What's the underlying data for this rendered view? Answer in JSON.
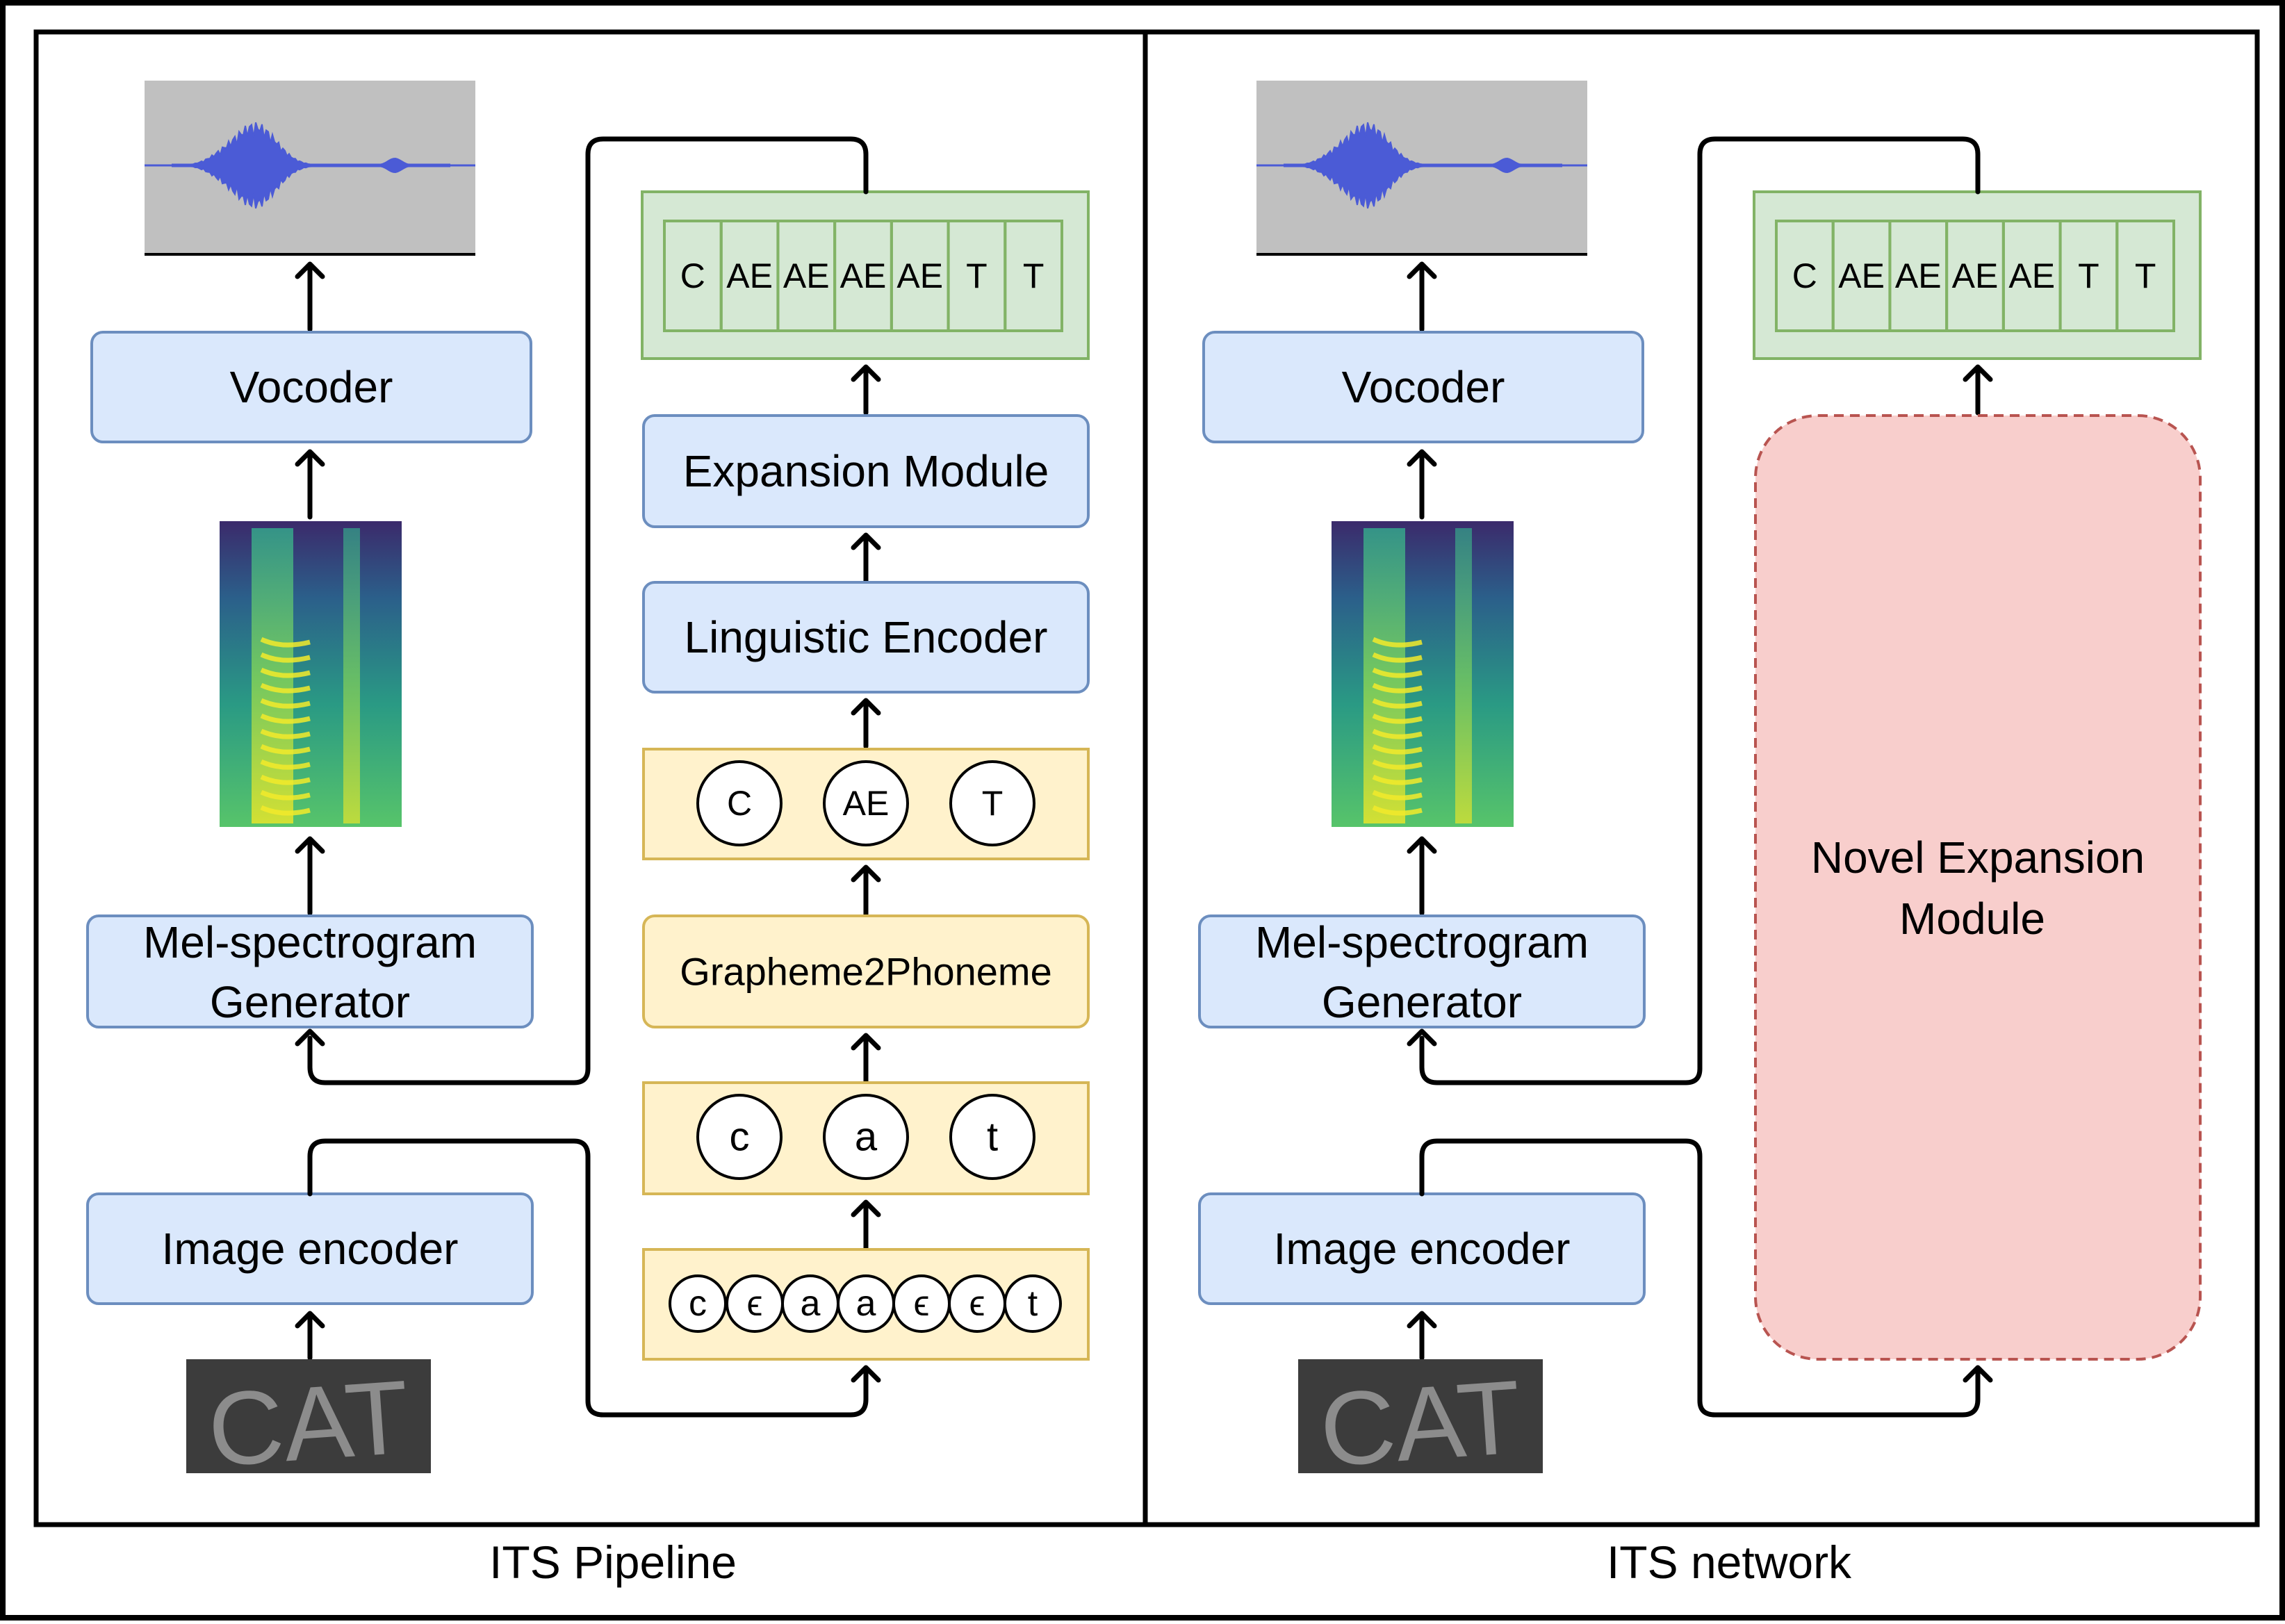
{
  "panels": [
    {
      "caption": "ITS Pipeline",
      "vocoder": "Vocoder",
      "mel_generator": [
        "Mel-spectrogram",
        "Generator"
      ],
      "image_encoder": "Image encoder",
      "input_image_text": "CAT",
      "expanded_phonemes": [
        "C",
        "AE",
        "AE",
        "AE",
        "AE",
        "T",
        "T"
      ],
      "expansion_module": "Expansion Module",
      "linguistic_encoder": "Linguistic Encoder",
      "phonemes": [
        "C",
        "AE",
        "T"
      ],
      "grapheme2phoneme": "Grapheme2Phoneme",
      "graphemes": [
        "c",
        "a",
        "t"
      ],
      "ctc_sequence": [
        "c",
        "ϵ",
        "a",
        "a",
        "ϵ",
        "ϵ",
        "t"
      ]
    },
    {
      "caption": "ITS network",
      "vocoder": "Vocoder",
      "mel_generator": [
        "Mel-spectrogram",
        "Generator"
      ],
      "image_encoder": "Image encoder",
      "input_image_text": "CAT",
      "expanded_phonemes": [
        "C",
        "AE",
        "AE",
        "AE",
        "AE",
        "T",
        "T"
      ],
      "novel_expansion_module": [
        "Novel Expansion",
        "Module"
      ]
    }
  ],
  "colors": {
    "blue_fill": "#dae8fc",
    "blue_stroke": "#6c8ebf",
    "yellow_fill": "#fff2cc",
    "yellow_stroke": "#d6b656",
    "green_fill": "#d5e8d4",
    "green_stroke": "#82b366",
    "red_fill": "#f8cecc",
    "red_stroke": "#b85450",
    "waveform": "#4b5bd6",
    "waveform_bg": "#c0c0c0"
  }
}
